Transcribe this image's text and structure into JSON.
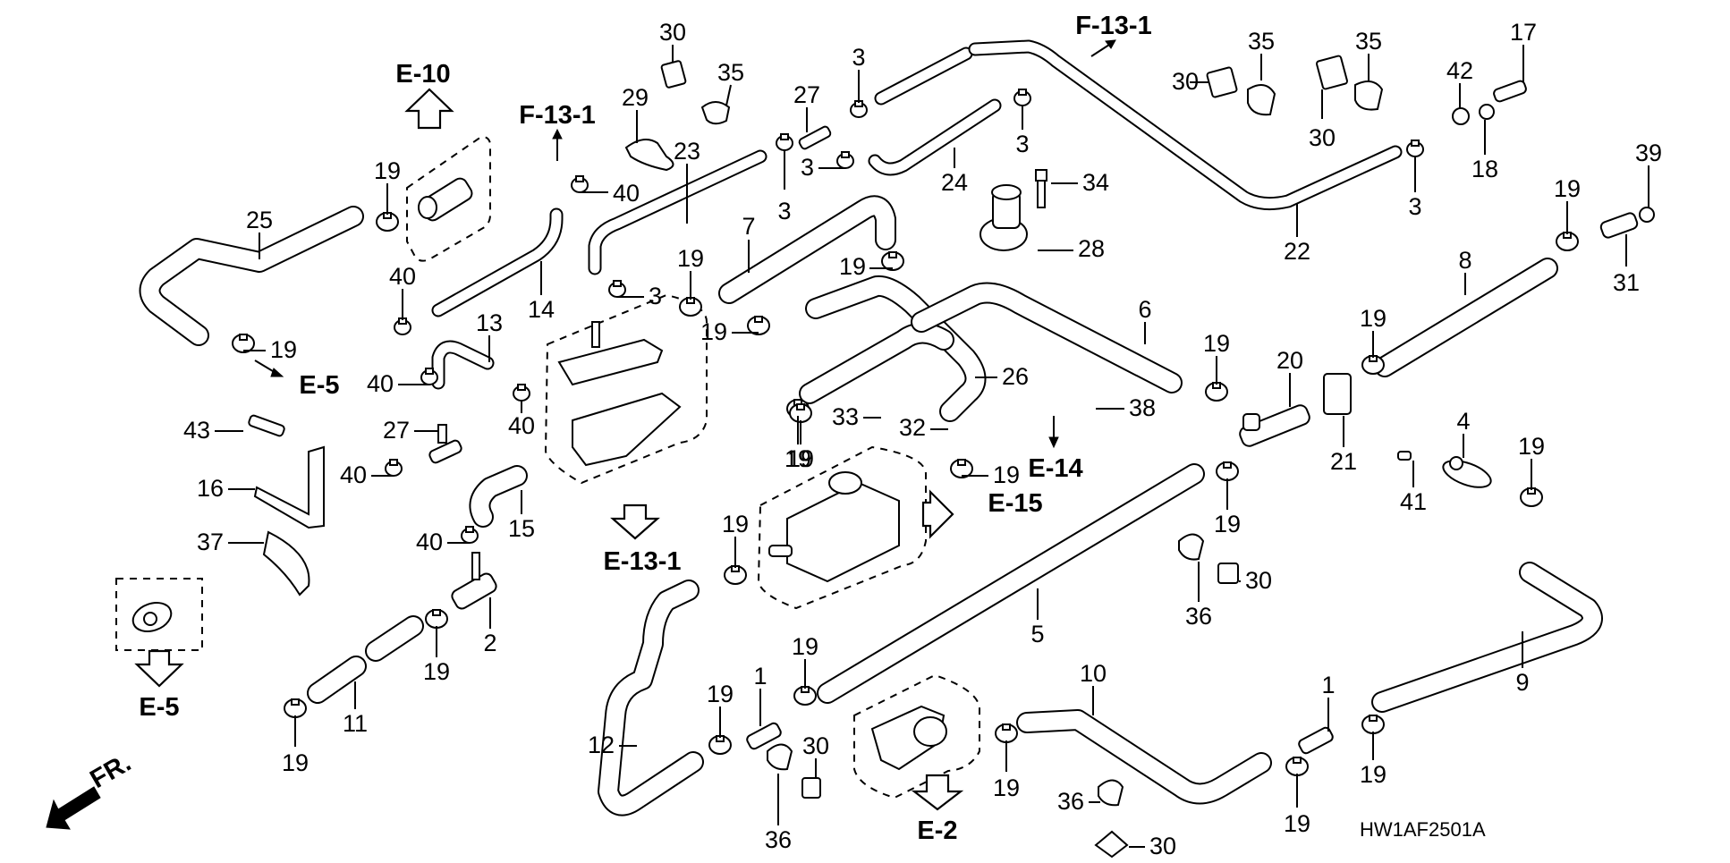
{
  "diagram": {
    "title": "Water hose / fitting exploded parts diagram",
    "drawing_code": "HW1AF2501A",
    "front_indicator": "FR."
  },
  "references": {
    "e10": "E-10",
    "f131_left": "F-13-1",
    "f131_top": "F-13-1",
    "e5_upper": "E-5",
    "e5_lower": "E-5",
    "e131": "E-13-1",
    "e14": "E-14",
    "e15": "E-15",
    "e2": "E-2"
  },
  "callouts": [
    {
      "id": "c30a",
      "label": "30"
    },
    {
      "id": "c35a",
      "label": "35"
    },
    {
      "id": "c29",
      "label": "29"
    },
    {
      "id": "c23",
      "label": "23"
    },
    {
      "id": "c27a",
      "label": "27"
    },
    {
      "id": "c3a",
      "label": "3"
    },
    {
      "id": "c3b",
      "label": "3"
    },
    {
      "id": "c3c",
      "label": "3"
    },
    {
      "id": "c3d",
      "label": "3"
    },
    {
      "id": "c24",
      "label": "24"
    },
    {
      "id": "c3e",
      "label": "3"
    },
    {
      "id": "c34",
      "label": "34"
    },
    {
      "id": "c28",
      "label": "28"
    },
    {
      "id": "c7",
      "label": "7"
    },
    {
      "id": "c19a",
      "label": "19"
    },
    {
      "id": "c30b",
      "label": "30"
    },
    {
      "id": "c35b",
      "label": "35"
    },
    {
      "id": "c30c",
      "label": "30"
    },
    {
      "id": "c35c",
      "label": "35"
    },
    {
      "id": "c42",
      "label": "42"
    },
    {
      "id": "c17",
      "label": "17"
    },
    {
      "id": "c18",
      "label": "18"
    },
    {
      "id": "c3f",
      "label": "3"
    },
    {
      "id": "c22",
      "label": "22"
    },
    {
      "id": "c19b",
      "label": "19"
    },
    {
      "id": "c39",
      "label": "39"
    },
    {
      "id": "c31",
      "label": "31"
    },
    {
      "id": "c8",
      "label": "8"
    },
    {
      "id": "c19c",
      "label": "19"
    },
    {
      "id": "c25",
      "label": "25"
    },
    {
      "id": "c19d",
      "label": "19"
    },
    {
      "id": "c40a",
      "label": "40"
    },
    {
      "id": "c14",
      "label": "14"
    },
    {
      "id": "c40b",
      "label": "40"
    },
    {
      "id": "c13",
      "label": "13"
    },
    {
      "id": "c19e",
      "label": "19"
    },
    {
      "id": "c3g",
      "label": "3"
    },
    {
      "id": "c19f",
      "label": "19"
    },
    {
      "id": "c19g",
      "label": "19"
    },
    {
      "id": "c6",
      "label": "6"
    },
    {
      "id": "c26",
      "label": "26"
    },
    {
      "id": "c40c",
      "label": "40"
    },
    {
      "id": "c40d",
      "label": "40"
    },
    {
      "id": "c27b",
      "label": "27"
    },
    {
      "id": "c43",
      "label": "43"
    },
    {
      "id": "c40e",
      "label": "40"
    },
    {
      "id": "c16",
      "label": "16"
    },
    {
      "id": "c15",
      "label": "15"
    },
    {
      "id": "c37",
      "label": "37"
    },
    {
      "id": "c40f",
      "label": "40"
    },
    {
      "id": "c33",
      "label": "33"
    },
    {
      "id": "c32",
      "label": "32"
    },
    {
      "id": "c19h",
      "label": "19"
    },
    {
      "id": "c19i",
      "label": "19"
    },
    {
      "id": "c38",
      "label": "38"
    },
    {
      "id": "c19j",
      "label": "19"
    },
    {
      "id": "c20",
      "label": "20"
    },
    {
      "id": "c19k",
      "label": "19"
    },
    {
      "id": "c21",
      "label": "21"
    },
    {
      "id": "c19l",
      "label": "19"
    },
    {
      "id": "c4",
      "label": "4"
    },
    {
      "id": "c19m",
      "label": "19"
    },
    {
      "id": "c41",
      "label": "41"
    },
    {
      "id": "c19n",
      "label": "19"
    },
    {
      "id": "c2",
      "label": "2"
    },
    {
      "id": "c19o",
      "label": "19"
    },
    {
      "id": "c11",
      "label": "11"
    },
    {
      "id": "c19p",
      "label": "19"
    },
    {
      "id": "c5",
      "label": "5"
    },
    {
      "id": "c36a",
      "label": "36"
    },
    {
      "id": "c30d",
      "label": "30"
    },
    {
      "id": "c9",
      "label": "9"
    },
    {
      "id": "c12",
      "label": "12"
    },
    {
      "id": "c19q",
      "label": "19"
    },
    {
      "id": "c1a",
      "label": "1"
    },
    {
      "id": "c19r",
      "label": "19"
    },
    {
      "id": "c30e",
      "label": "30"
    },
    {
      "id": "c36b",
      "label": "36"
    },
    {
      "id": "c10",
      "label": "10"
    },
    {
      "id": "c19s",
      "label": "19"
    },
    {
      "id": "c36c",
      "label": "36"
    },
    {
      "id": "c30f",
      "label": "30"
    },
    {
      "id": "c19t",
      "label": "19"
    },
    {
      "id": "c1b",
      "label": "1"
    },
    {
      "id": "c19u",
      "label": "19"
    }
  ]
}
